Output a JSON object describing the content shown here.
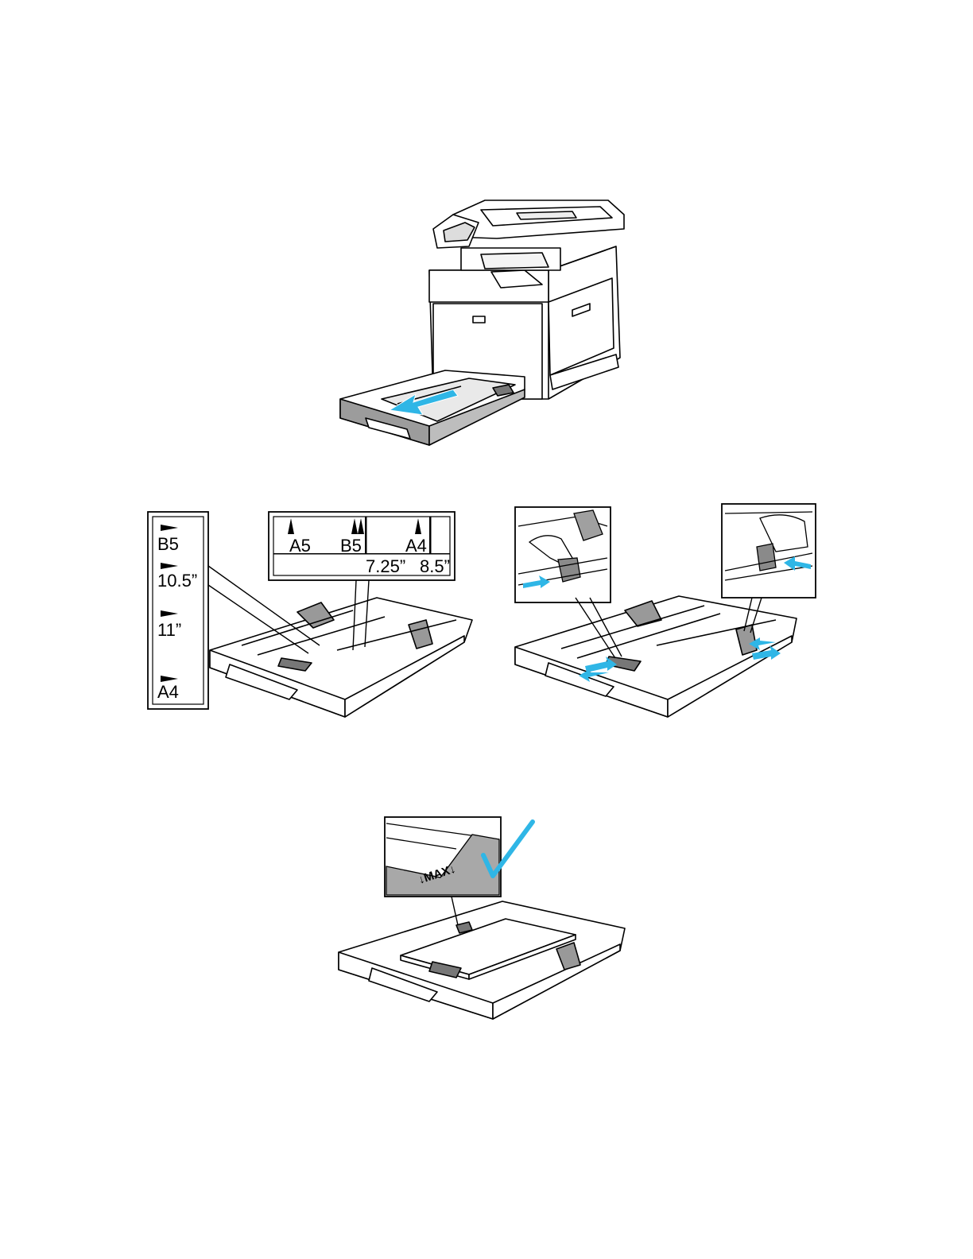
{
  "figures": {
    "step1": {
      "caption": ""
    },
    "step2": {
      "side_callout": {
        "labels": [
          "B5",
          "10.5”",
          "11”",
          "A4"
        ]
      },
      "top_callout": {
        "labels_row1": [
          "A5",
          "B5",
          "A4"
        ],
        "labels_row2": [
          "7.25”",
          "8.5”"
        ]
      }
    },
    "step3": {
      "caption": ""
    },
    "step4": {
      "max_label": "↓MAX↓"
    }
  },
  "colors": {
    "arrow": "#2fb6e6",
    "line": "#000000",
    "tray_shade": "#9c9c9c",
    "callout_bg": "#a8a8a8"
  },
  "icons": [
    "pull-arrow-icon",
    "guide-arrow-icon",
    "checkmark-icon"
  ]
}
